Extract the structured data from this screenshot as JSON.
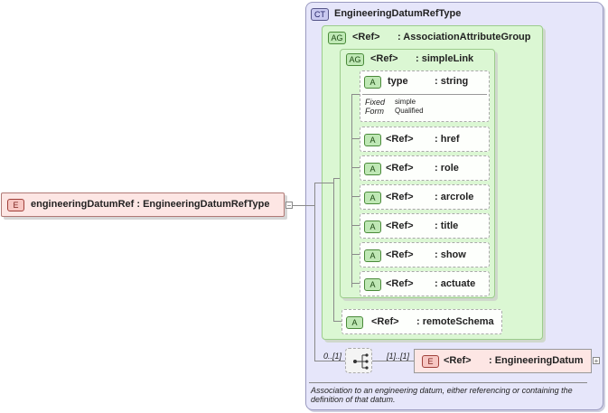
{
  "complex_type": {
    "badge": "CT",
    "name": "EngineeringDatumRefType",
    "documentation": "Association to an engineering datum, either referencing or containing the definition of that datum."
  },
  "root_element": {
    "badge": "E",
    "label": "engineeringDatumRef : EngineeringDatumRefType"
  },
  "association_group": {
    "badge": "AG",
    "ref": "<Ref>",
    "name": ": AssociationAttributeGroup"
  },
  "simple_link": {
    "badge": "AG",
    "ref": "<Ref>",
    "name": ": simpleLink"
  },
  "type_attr": {
    "badge": "A",
    "name": "type",
    "type": ": string",
    "fixed_label": "Fixed",
    "fixed_value": "simple",
    "form_label": "Form",
    "form_value": "Qualified"
  },
  "attributes": [
    {
      "badge": "A",
      "ref": "<Ref>",
      "name": ": href"
    },
    {
      "badge": "A",
      "ref": "<Ref>",
      "name": ": role"
    },
    {
      "badge": "A",
      "ref": "<Ref>",
      "name": ": arcrole"
    },
    {
      "badge": "A",
      "ref": "<Ref>",
      "name": ": title"
    },
    {
      "badge": "A",
      "ref": "<Ref>",
      "name": ": show"
    },
    {
      "badge": "A",
      "ref": "<Ref>",
      "name": ": actuate"
    }
  ],
  "remote_schema": {
    "badge": "A",
    "ref": "<Ref>",
    "name": ": remoteSchema"
  },
  "sequence": {
    "min_occurs": "0..[1]",
    "choice_occurs": "[1]..[1]"
  },
  "datum_element": {
    "badge": "E",
    "ref": "<Ref>",
    "name": ": EngineeringDatum"
  },
  "colors": {
    "ct_fill": "#e6e6fa",
    "ag_fill": "#dbf7d3",
    "element_fill": "#fde6e4",
    "attr_fill": "#bfe8b5"
  }
}
